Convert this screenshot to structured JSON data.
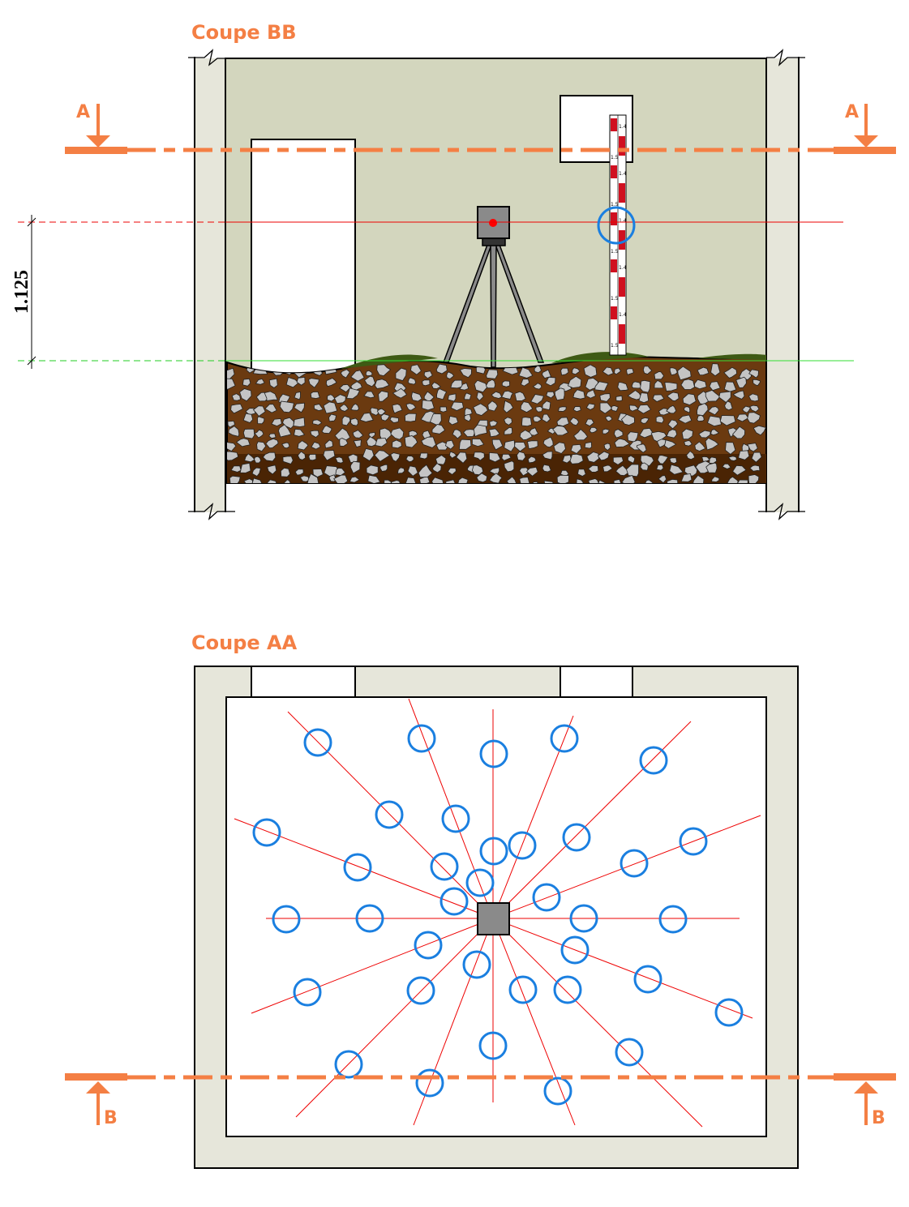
{
  "section_bb": {
    "title": "Coupe BB",
    "cut_label_left": "A",
    "cut_label_right": "A",
    "dimension": "1.125",
    "staff_labels": [
      "1.4",
      "1.5"
    ]
  },
  "section_aa": {
    "title": "Coupe AA",
    "cut_label_left": "B",
    "cut_label_right": "B"
  },
  "colors": {
    "accent": "#f47f44",
    "wall": "#e6e6da",
    "room_wall": "#d3d6be",
    "soil": "#6b3a10",
    "stone": "#c4c4c4",
    "target": "#1a7fe0",
    "sight_line": "#ff0000",
    "ground_line": "#33dd33"
  }
}
